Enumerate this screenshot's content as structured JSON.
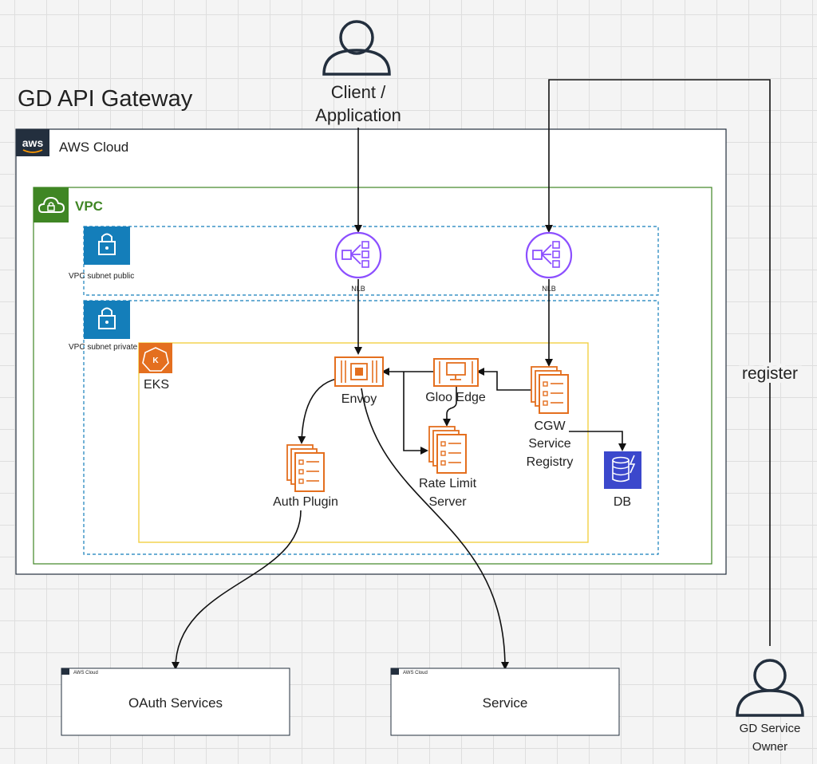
{
  "title": "GD API Gateway",
  "client": {
    "line1": "Client /",
    "line2": "Application"
  },
  "aws_cloud": {
    "badge": "aws",
    "label": "AWS Cloud"
  },
  "vpc": {
    "label": "VPC"
  },
  "subnet_public": {
    "label": "VPC subnet public"
  },
  "subnet_private": {
    "label": "VPC subnet private"
  },
  "eks": {
    "label": "EKS"
  },
  "nlb_left": {
    "label": "NLB"
  },
  "nlb_right": {
    "label": "NLB"
  },
  "envoy": {
    "label": "Envoy"
  },
  "gloo_edge": {
    "label": "Gloo Edge"
  },
  "cgw": {
    "line1": "CGW",
    "line2": "Service",
    "line3": "Registry"
  },
  "auth_plugin": {
    "label": "Auth Plugin"
  },
  "rate_limit": {
    "line1": "Rate Limit",
    "line2": "Server"
  },
  "db": {
    "label": "DB"
  },
  "register": {
    "label": "register"
  },
  "oauth": {
    "tag": "AWS Cloud",
    "label": "OAuth Services"
  },
  "service": {
    "tag": "AWS Cloud",
    "label": "Service"
  },
  "owner": {
    "line1": "GD Service",
    "line2": "Owner"
  },
  "colors": {
    "vpc_green": "#3f8624",
    "subnet_blue": "#147eba",
    "eks_orange": "#e46f1f",
    "nlb_purple": "#8c4fff",
    "db_blue": "#3b48cc",
    "eks_border": "#f2cf44"
  }
}
